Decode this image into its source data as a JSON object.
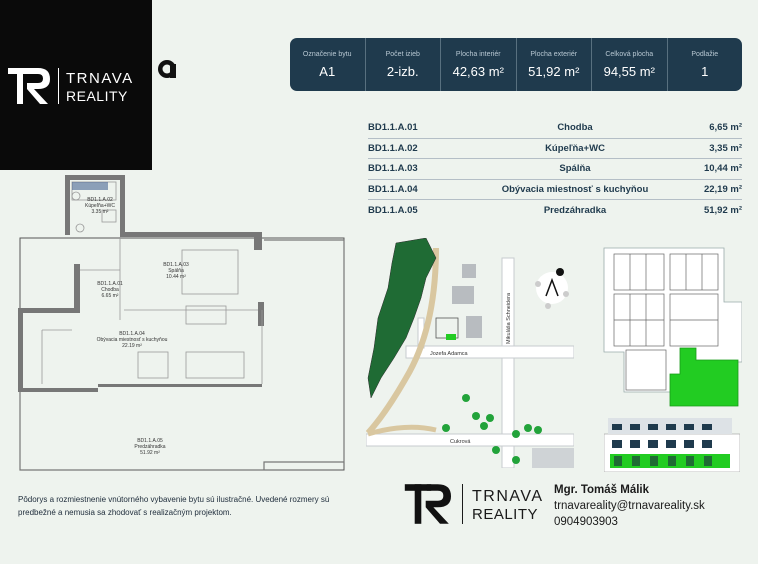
{
  "brand": {
    "line1": "TRNAVA",
    "line2": "REALITY"
  },
  "summary": [
    {
      "label": "Označenie bytu",
      "value": "A1"
    },
    {
      "label": "Počet izieb",
      "value": "2-izb."
    },
    {
      "label": "Plocha interiér",
      "value": "42,63 m²"
    },
    {
      "label": "Plocha exteriér",
      "value": "51,92 m²"
    },
    {
      "label": "Celková plocha",
      "value": "94,55 m²"
    },
    {
      "label": "Podlažie",
      "value": "1"
    }
  ],
  "rooms": [
    {
      "code": "BD1.1.A.01",
      "name": "Chodba",
      "area": "6,65 m²"
    },
    {
      "code": "BD1.1.A.02",
      "name": "Kúpeľňa+WC",
      "area": "3,35 m²"
    },
    {
      "code": "BD1.1.A.03",
      "name": "Spálňa",
      "area": "10,44 m²"
    },
    {
      "code": "BD1.1.A.04",
      "name": "Obývacia miestnosť s kuchyňou",
      "area": "22,19 m²"
    },
    {
      "code": "BD1.1.A.05",
      "name": "Predzáhradka",
      "area": "51,92 m²"
    }
  ],
  "plan": {
    "bath": {
      "code": "BD1.1.A.02",
      "name": "Kúpeľňa+WC",
      "area": "3.35 m²"
    },
    "hall": {
      "code": "BD1.1.A.01",
      "name": "Chodba",
      "area": "6.65 m²"
    },
    "bed": {
      "code": "BD1.1.A.03",
      "name": "Spálňa",
      "area": "10.44 m²"
    },
    "living": {
      "code": "BD1.1.A.04",
      "name": "Obývacia miestnosť s kuchyňou",
      "area": "22.19 m²"
    },
    "garden": {
      "code": "BD1.1.A.05",
      "name": "Predzáhradka",
      "area": "51.92 m²"
    }
  },
  "map": {
    "street1": "Jozefa Adamca",
    "street2": "Cukrová",
    "street3": "Mikuláša Schneidera"
  },
  "disclaimer": "Pôdorys a rozmiestnenie vnútorného vybavenie bytu sú ilustračné. Uvedené rozmery sú predbežné a nemusia sa zhodovať s realizačným projektom.",
  "contact": {
    "name": "Mgr. Tomáš Málik",
    "email": "trnavareality@trnavareality.sk",
    "phone": "0904903903"
  },
  "colors": {
    "panel": "#1f3a4d",
    "accent_green": "#22cc22",
    "background": "#eef3ee"
  }
}
